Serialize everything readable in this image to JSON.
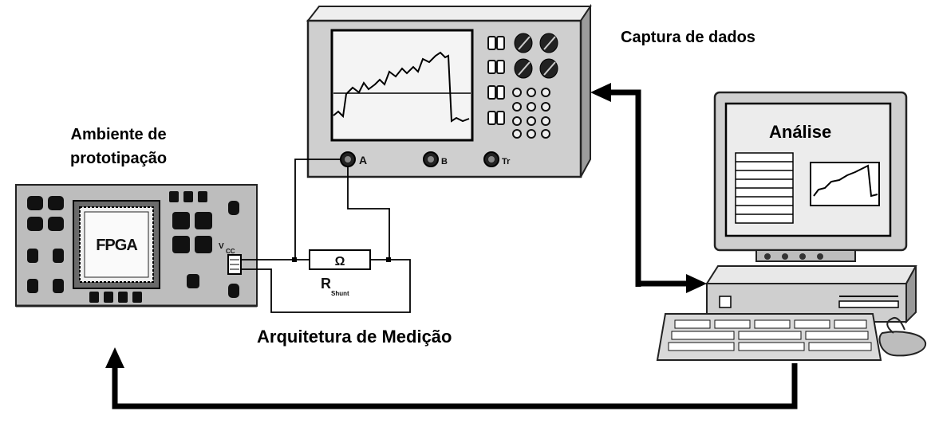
{
  "labels": {
    "capture": "Captura de dados",
    "environment_line1": "Ambiente de",
    "environment_line2": "prototipação",
    "architecture": "Arquitetura de Medição",
    "analysis": "Análise"
  },
  "oscilloscope": {
    "channel_a": "A",
    "channel_b": "B",
    "trigger": "Tr"
  },
  "board": {
    "chip": "FPGA",
    "supply_main": "V",
    "supply_sub": "CC"
  },
  "resistor": {
    "symbol": "Ω",
    "name_main": "R",
    "name_sub": "Shunt"
  },
  "colors": {
    "line": "#000000",
    "panel": "#c8c8c8",
    "screen": "#e9e9e9"
  }
}
